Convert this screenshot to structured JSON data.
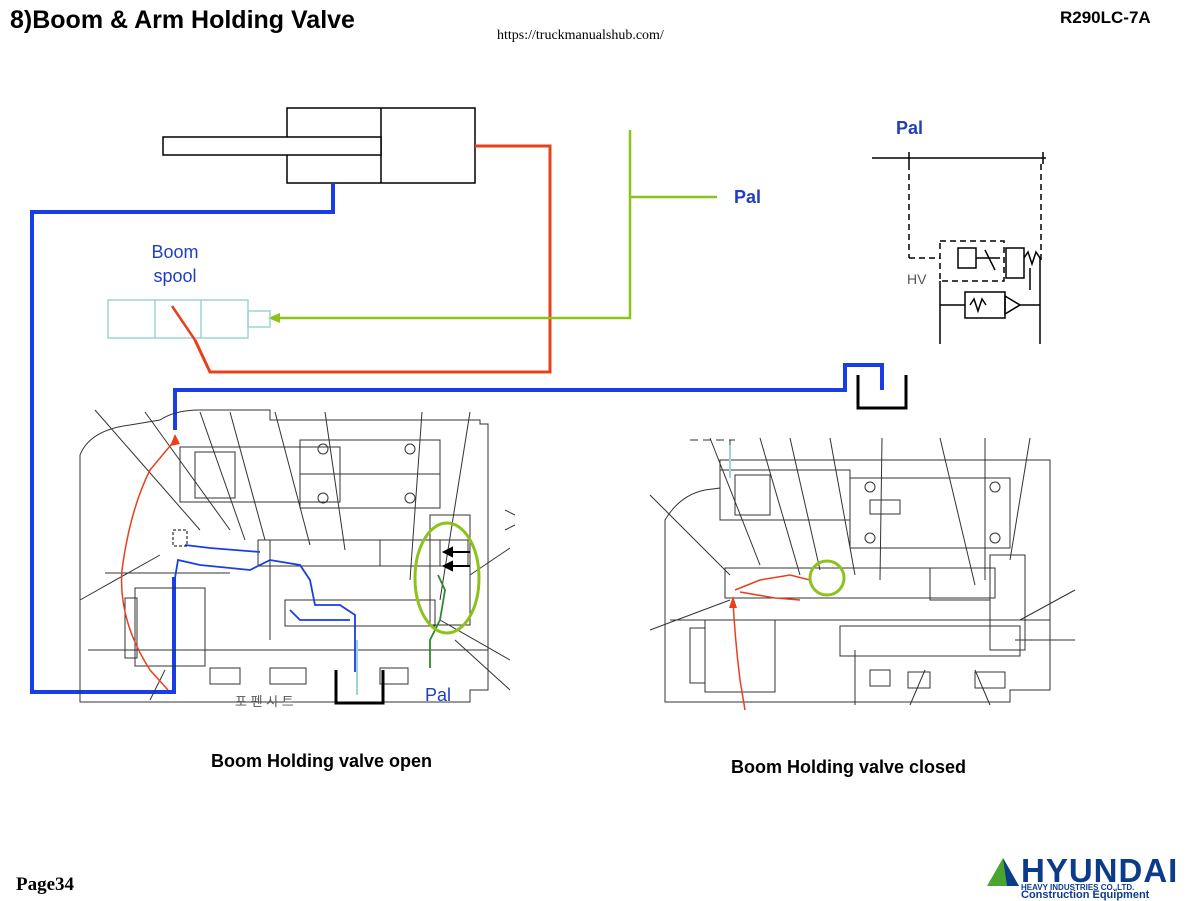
{
  "header": {
    "title": "8)Boom & Arm Holding Valve",
    "model": "R290LC-7A",
    "url": "https://truckmanualshub.com/"
  },
  "labels": {
    "pal_top_right": "Pal",
    "pal_middle": "Pal",
    "pal_bottom": "Pal",
    "boom_spool_line1": "Boom",
    "boom_spool_line2": "spool",
    "hv": "HV",
    "korean_fragment": "포 펜 시 트"
  },
  "captions": {
    "open": "Boom Holding valve open",
    "closed": "Boom Holding valve closed"
  },
  "footer": {
    "page": "Page34",
    "logo_word": "HYUNDAI",
    "logo_sub1": "HEAVY INDUSTRIES CO.,LTD.",
    "logo_sub2": "Construction Equipment"
  },
  "colors": {
    "blue_line": "#1a3ee6",
    "red_line": "#e8401c",
    "green_line": "#8cc21c",
    "spool_outline": "#9fd4d4",
    "logo_blue": "#0d3b8c",
    "logo_green": "#4aa52e"
  }
}
